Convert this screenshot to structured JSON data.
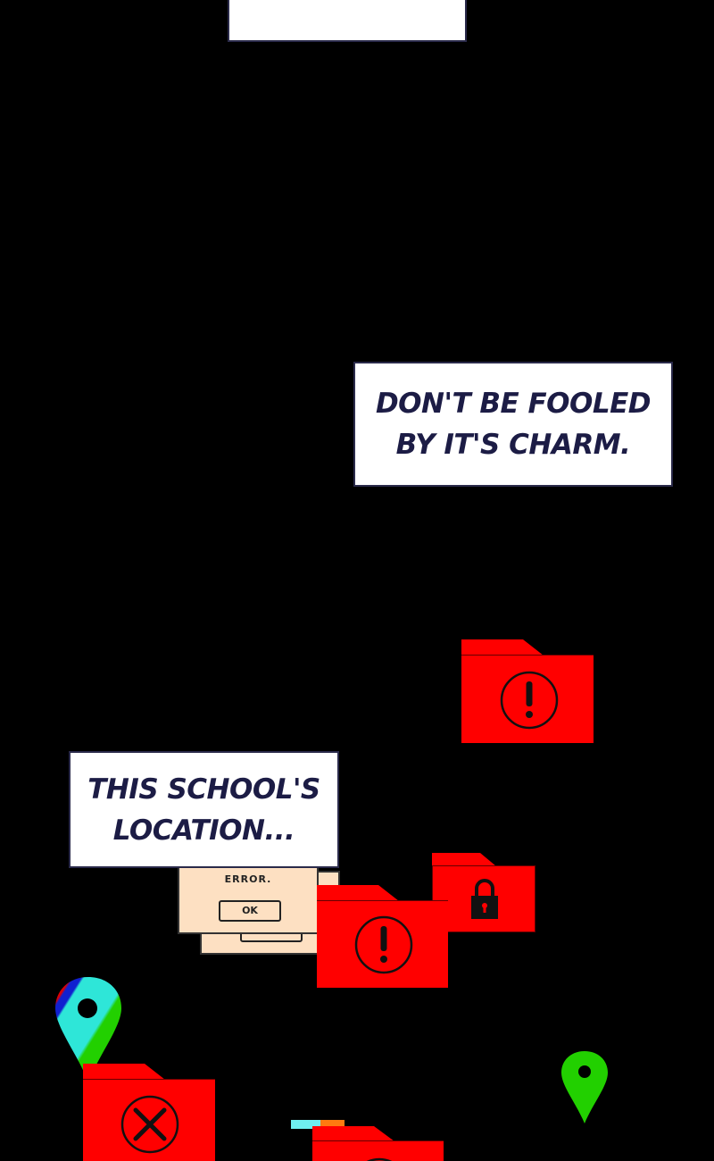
{
  "captions": {
    "top_box": "",
    "caption_1": [
      "DON'T BE FOOLED",
      "BY IT'S CHARM."
    ],
    "caption_2": [
      "THIS SCHOOL'S",
      "LOCATION..."
    ]
  },
  "dialog": {
    "message": "ERROR.",
    "button": "OK"
  },
  "colors": {
    "folder": "#ff0000",
    "panel_bg": "#000000",
    "caption_text": "#1c1c45",
    "dialog_bg": "#fde0c2"
  }
}
